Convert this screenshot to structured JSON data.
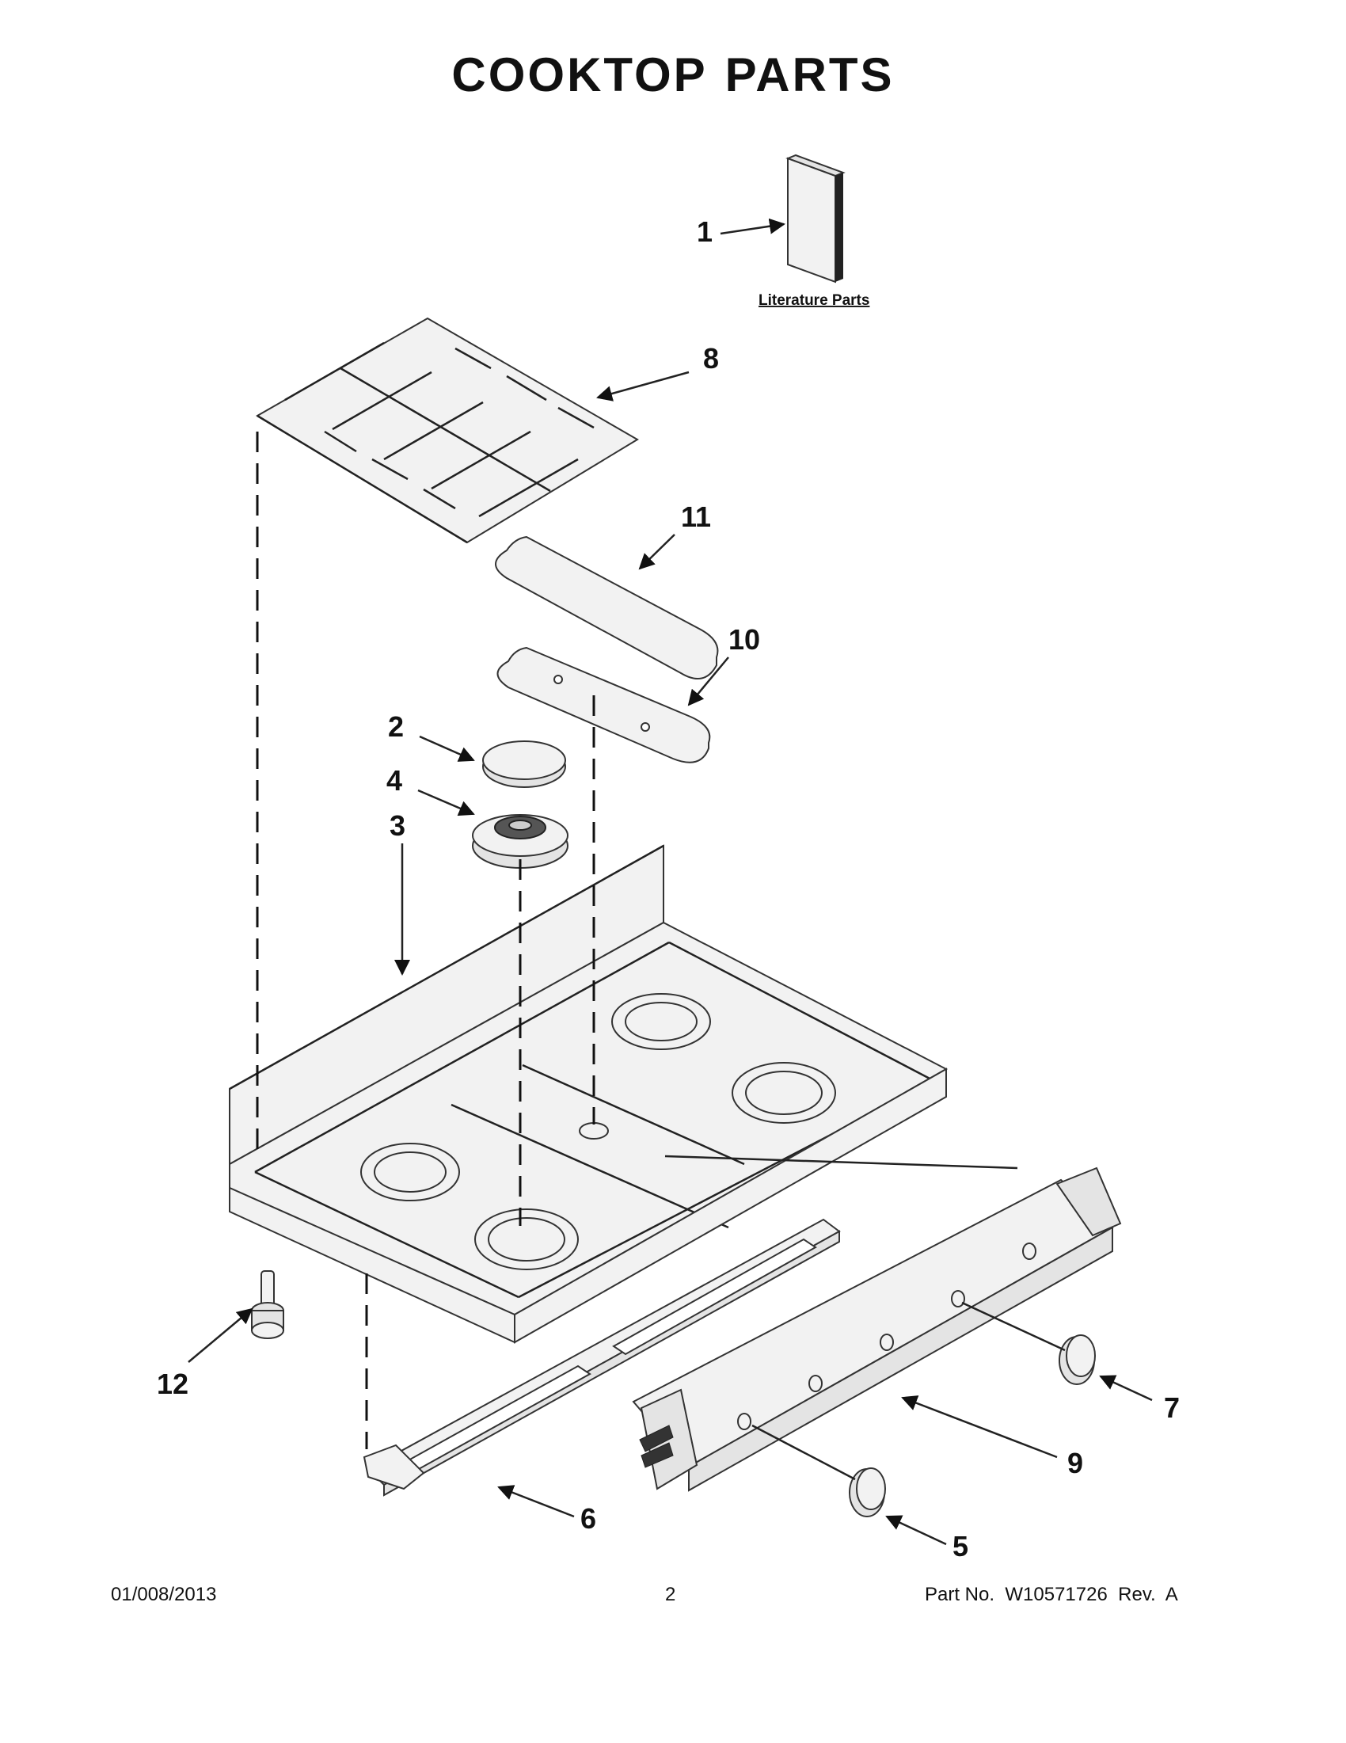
{
  "title": {
    "word1": "COOKTOP",
    "word2": "PARTS"
  },
  "literature_label": "Literature Parts",
  "callouts": [
    {
      "id": "1",
      "label": "1"
    },
    {
      "id": "2",
      "label": "2"
    },
    {
      "id": "3",
      "label": "3"
    },
    {
      "id": "4",
      "label": "4"
    },
    {
      "id": "5",
      "label": "5"
    },
    {
      "id": "6",
      "label": "6"
    },
    {
      "id": "7",
      "label": "7"
    },
    {
      "id": "8",
      "label": "8"
    },
    {
      "id": "9",
      "label": "9"
    },
    {
      "id": "10",
      "label": "10"
    },
    {
      "id": "11",
      "label": "11"
    },
    {
      "id": "12",
      "label": "12"
    }
  ],
  "footer": {
    "date": "01/008/2013",
    "page": "2",
    "part_no": "Part No.  W10571726  Rev.  A"
  }
}
